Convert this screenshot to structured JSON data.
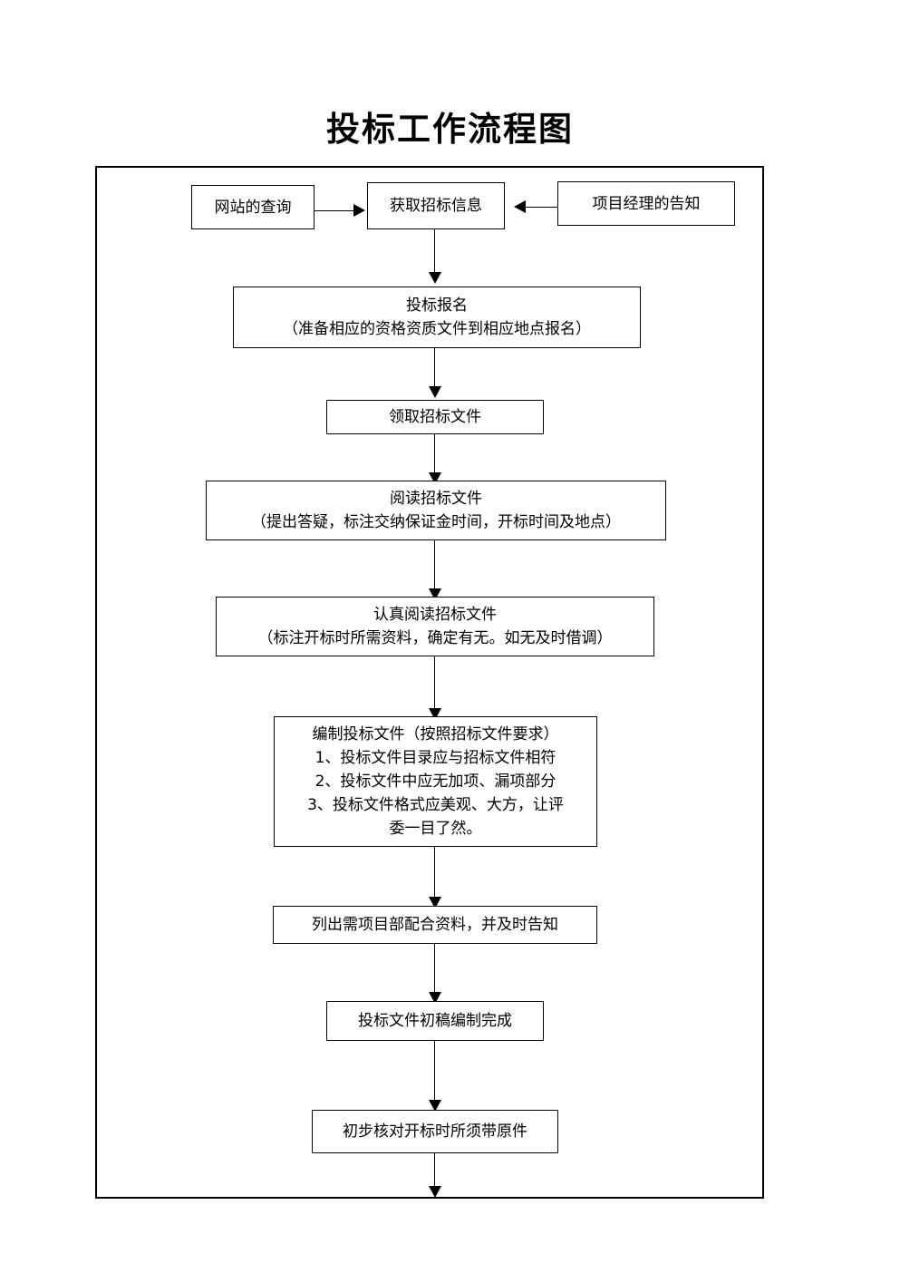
{
  "document": {
    "title": "投标工作流程图"
  },
  "flow": {
    "nodes": [
      {
        "id": "website-query",
        "lines": [
          "网站的查询"
        ]
      },
      {
        "id": "obtain-tender-info",
        "lines": [
          "获取招标信息"
        ]
      },
      {
        "id": "project-manager-notice",
        "lines": [
          "项目经理的告知"
        ]
      },
      {
        "id": "bid-registration",
        "lines": [
          "投标报名",
          "（准备相应的资格资质文件到相应地点报名）"
        ]
      },
      {
        "id": "collect-tender-document",
        "lines": [
          "领取招标文件"
        ]
      },
      {
        "id": "read-tender-document",
        "lines": [
          "阅读招标文件",
          "（提出答疑，标注交纳保证金时间，开标时间及地点）"
        ]
      },
      {
        "id": "carefully-read-tender-document",
        "lines": [
          "认真阅读招标文件",
          "（标注开标时所需资料，确定有无。如无及时借调）"
        ]
      },
      {
        "id": "compile-bid-document",
        "lines": [
          "编制投标文件（按照招标文件要求）",
          "1、投标文件目录应与招标文件相符",
          "2、投标文件中应无加项、漏项部分",
          "3、投标文件格式应美观、大方，让评",
          "委一目了然。"
        ]
      },
      {
        "id": "list-project-dept-materials",
        "lines": [
          "列出需项目部配合资料，并及时告知"
        ]
      },
      {
        "id": "bid-draft-completed",
        "lines": [
          "投标文件初稿编制完成"
        ]
      },
      {
        "id": "preliminary-check-originals",
        "lines": [
          "初步核对开标时所须带原件"
        ]
      }
    ],
    "connectors": [
      {
        "id": "website-query-to-obtain",
        "direction": "right"
      },
      {
        "id": "project-manager-to-obtain",
        "direction": "left"
      },
      {
        "id": "obtain-to-registration",
        "direction": "down"
      },
      {
        "id": "registration-to-collect",
        "direction": "down"
      },
      {
        "id": "collect-to-read",
        "direction": "down"
      },
      {
        "id": "read-to-careful-read",
        "direction": "down"
      },
      {
        "id": "careful-read-to-compile",
        "direction": "down"
      },
      {
        "id": "compile-to-list",
        "direction": "down"
      },
      {
        "id": "list-to-draft",
        "direction": "down"
      },
      {
        "id": "draft-to-check",
        "direction": "down"
      },
      {
        "id": "check-to-next",
        "direction": "down"
      }
    ]
  },
  "style": {
    "line_color": "#000000",
    "background_color": "#ffffff",
    "text_color": "#000000"
  }
}
